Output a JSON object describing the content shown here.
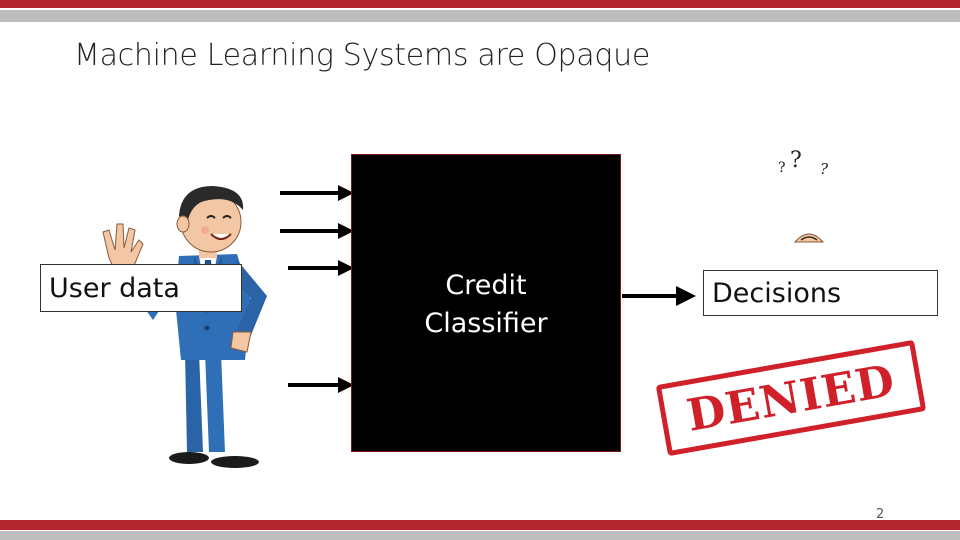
{
  "slide": {
    "title": "Machine Learning Systems are Opaque",
    "page_number": "2"
  },
  "diagram": {
    "input_label": "User data",
    "classifier_line1": "Credit",
    "classifier_line2": "Classifier",
    "output_label": "Decisions",
    "stamp_text": "DENIED",
    "question_marks": [
      "?",
      "?",
      "?"
    ]
  },
  "colors": {
    "accent_red": "#b3262f",
    "band_grey": "#bdbdbd",
    "stamp_red": "#d0202a",
    "suit_blue": "#2f6fb8"
  }
}
